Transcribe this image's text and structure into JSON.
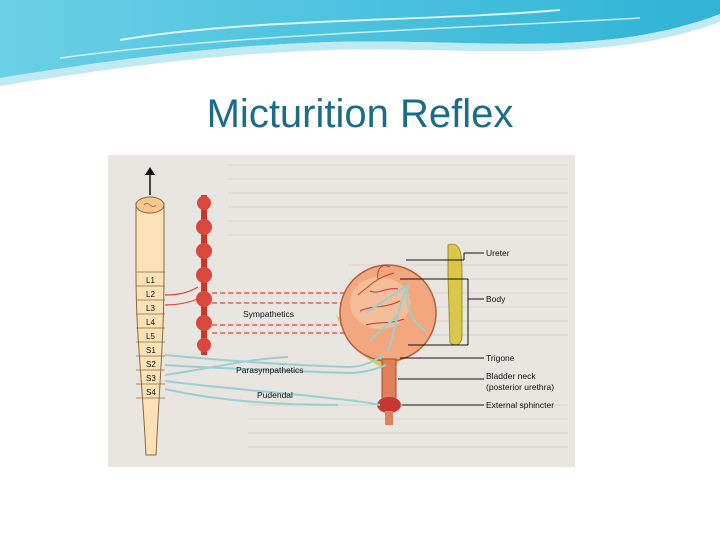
{
  "slide": {
    "title": "Micturition Reflex"
  },
  "diagram": {
    "spinal_segments": [
      "L1",
      "L2",
      "L3",
      "L4",
      "L5",
      "S1",
      "S2",
      "S3",
      "S4"
    ],
    "labels": {
      "ureter": "Ureter",
      "body": "Body",
      "sympathetics": "Sympathetics",
      "parasympathetics": "Parasympathetics",
      "trigone": "Trigone",
      "bladder_neck_line1": "Bladder neck",
      "bladder_neck_line2": "(posterior urethra)",
      "pudendal": "Pudendal",
      "external_sphincter": "External sphincter"
    }
  },
  "colors": {
    "title": "#1b6c86",
    "banner": "#4fc3dd",
    "cord": "#fbe2b6",
    "ganglia": "#d9473d",
    "bladder": "#f2a77e",
    "ureter": "#d9c84a",
    "nerve_blue": "#9ccfd2"
  }
}
